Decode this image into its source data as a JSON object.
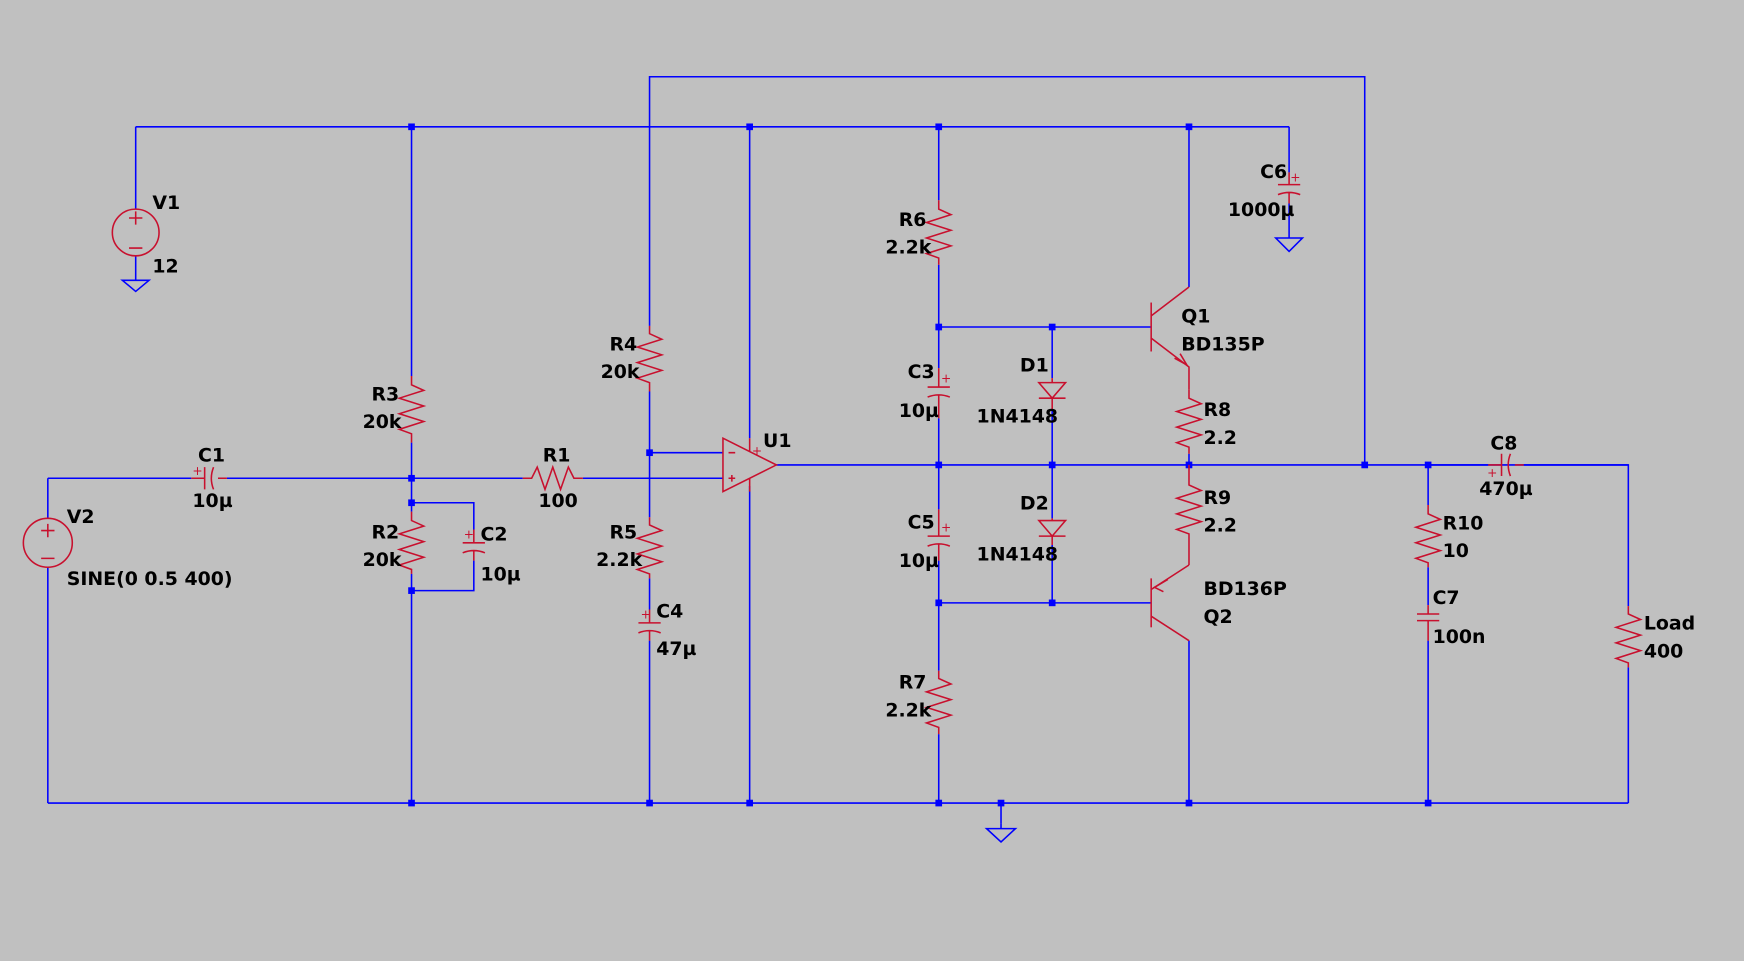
{
  "components": {
    "V1": {
      "ref": "V1",
      "value": "12"
    },
    "V2": {
      "ref": "V2",
      "value": "SINE(0 0.5 400)"
    },
    "C1": {
      "ref": "C1",
      "value": "10µ"
    },
    "C2": {
      "ref": "C2",
      "value": "10µ"
    },
    "C3": {
      "ref": "C3",
      "value": "10µ"
    },
    "C4": {
      "ref": "C4",
      "value": "47µ"
    },
    "C5": {
      "ref": "C5",
      "value": "10µ"
    },
    "C6": {
      "ref": "C6",
      "value": "1000µ"
    },
    "C7": {
      "ref": "C7",
      "value": "100n"
    },
    "C8": {
      "ref": "C8",
      "value": "470µ"
    },
    "R1": {
      "ref": "R1",
      "value": "100"
    },
    "R2": {
      "ref": "R2",
      "value": "20k"
    },
    "R3": {
      "ref": "R3",
      "value": "20k"
    },
    "R4": {
      "ref": "R4",
      "value": "20k"
    },
    "R5": {
      "ref": "R5",
      "value": "2.2k"
    },
    "R6": {
      "ref": "R6",
      "value": "2.2k"
    },
    "R7": {
      "ref": "R7",
      "value": "2.2k"
    },
    "R8": {
      "ref": "R8",
      "value": "2.2"
    },
    "R9": {
      "ref": "R9",
      "value": "2.2"
    },
    "R10": {
      "ref": "R10",
      "value": "10"
    },
    "Load": {
      "ref": "Load",
      "value": "400"
    },
    "D1": {
      "ref": "D1",
      "value": "1N4148"
    },
    "D2": {
      "ref": "D2",
      "value": "1N4148"
    },
    "Q1": {
      "ref": "Q1",
      "value": "BD135P"
    },
    "Q2": {
      "ref": "Q2",
      "value": "BD136P"
    },
    "U1": {
      "ref": "U1"
    }
  },
  "colors": {
    "background": "#c0c0c0",
    "wire": "#0000ff",
    "component": "#c8102e",
    "text": "#000000"
  }
}
